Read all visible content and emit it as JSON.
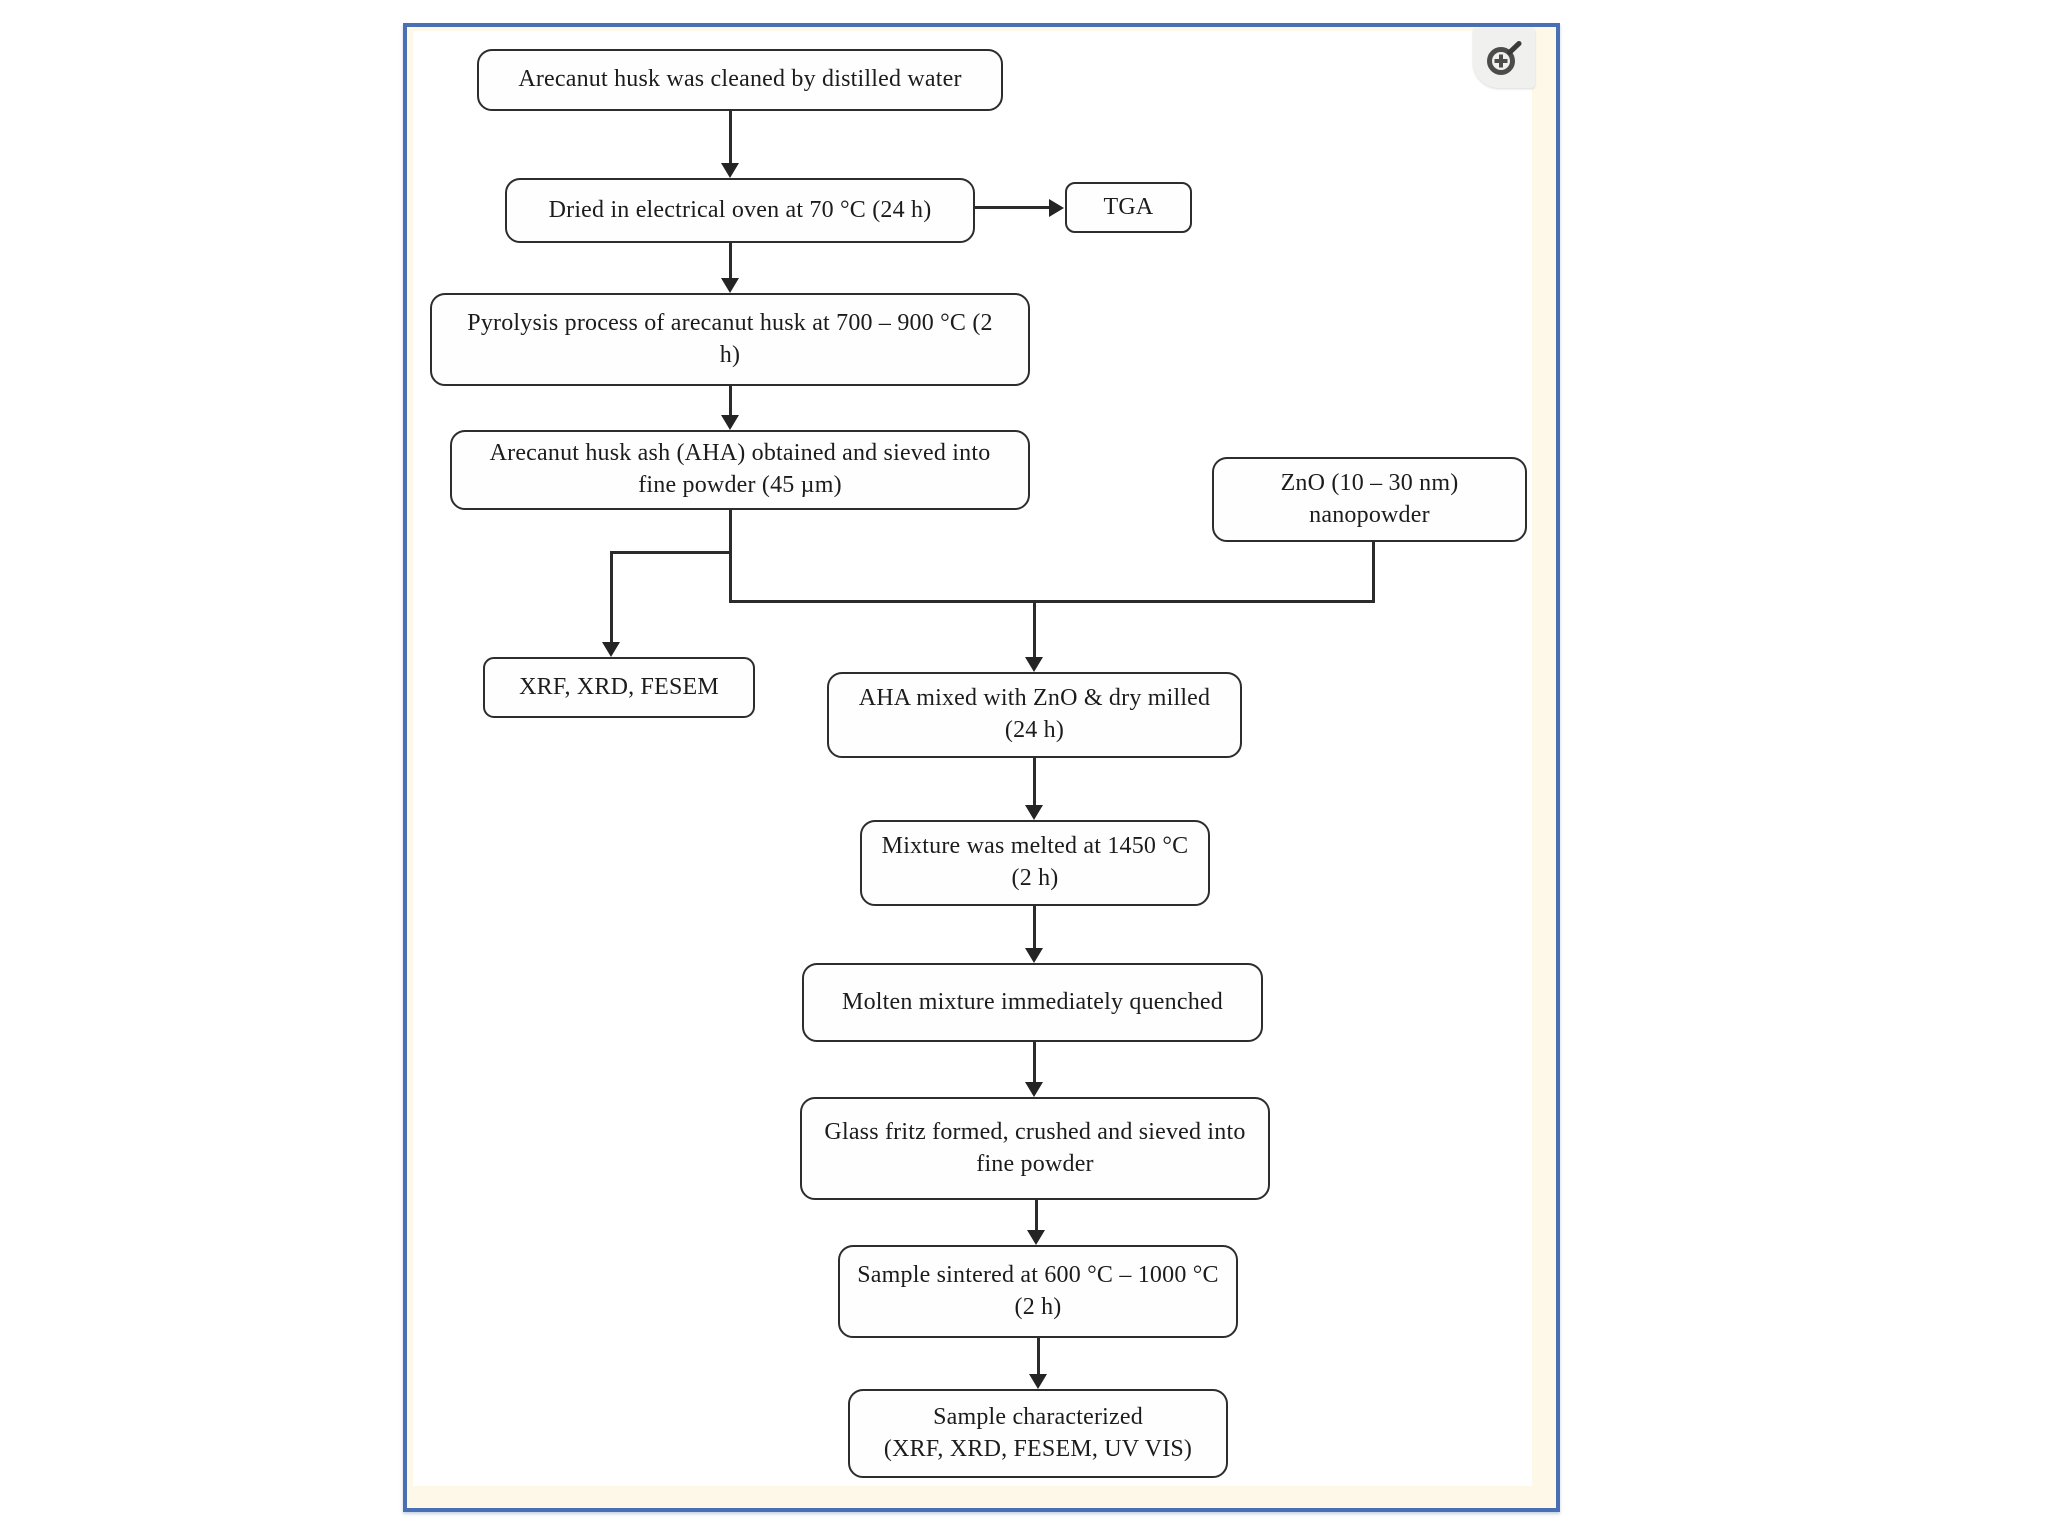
{
  "figure": {
    "type": "flowchart",
    "description": "Preparation and characterization process of arecanut husk ash (AHA) and ZnO glass",
    "nodes": {
      "cleaned": {
        "label": "Arecanut husk was cleaned by distilled water"
      },
      "dried": {
        "label": "Dried in electrical oven at 70 °C (24 h)"
      },
      "tga": {
        "label": "TGA"
      },
      "pyrolysis": {
        "label": "Pyrolysis process of arecanut husk at 700 – 900 °C (2\nh)"
      },
      "aha": {
        "label": "Arecanut husk ash (AHA) obtained and sieved into\nfine powder (45 µm)"
      },
      "zno": {
        "label": "ZnO (10 – 30 nm)\nnanopowder"
      },
      "xrf": {
        "label": "XRF, XRD, FESEM"
      },
      "mixed": {
        "label": "AHA mixed with ZnO & dry milled\n(24 h)"
      },
      "melted": {
        "label": "Mixture was melted at 1450 °C\n(2 h)"
      },
      "quenched": {
        "label": "Molten mixture immediately quenched"
      },
      "fritz": {
        "label": "Glass fritz formed, crushed and sieved into\nfine powder"
      },
      "sintered": {
        "label": "Sample sintered at 600 °C – 1000 °C\n(2 h)"
      },
      "characterized": {
        "label": "Sample characterized\n(XRF, XRD, FESEM, UV VIS)"
      }
    },
    "edges": [
      "cleaned -> dried",
      "dried -> tga",
      "dried -> pyrolysis",
      "pyrolysis -> aha",
      "aha -> xrf",
      "aha -> mixed",
      "zno -> mixed",
      "mixed -> melted",
      "melted -> quenched",
      "quenched -> fritz",
      "fritz -> sintered",
      "sintered -> characterized"
    ]
  },
  "viewer": {
    "zoom_icon": "magnifier-plus-icon"
  },
  "colors": {
    "panel_border": "#4a70b4",
    "panel_background": "#fdf8e8",
    "image_background": "#ffffff",
    "box_border": "#2d2d2d",
    "line": "#2b2b2b",
    "text": "#1c1c1c",
    "zoom_badge_background": "#f0f0ee",
    "zoom_icon_stroke": "#4c4c4c"
  }
}
